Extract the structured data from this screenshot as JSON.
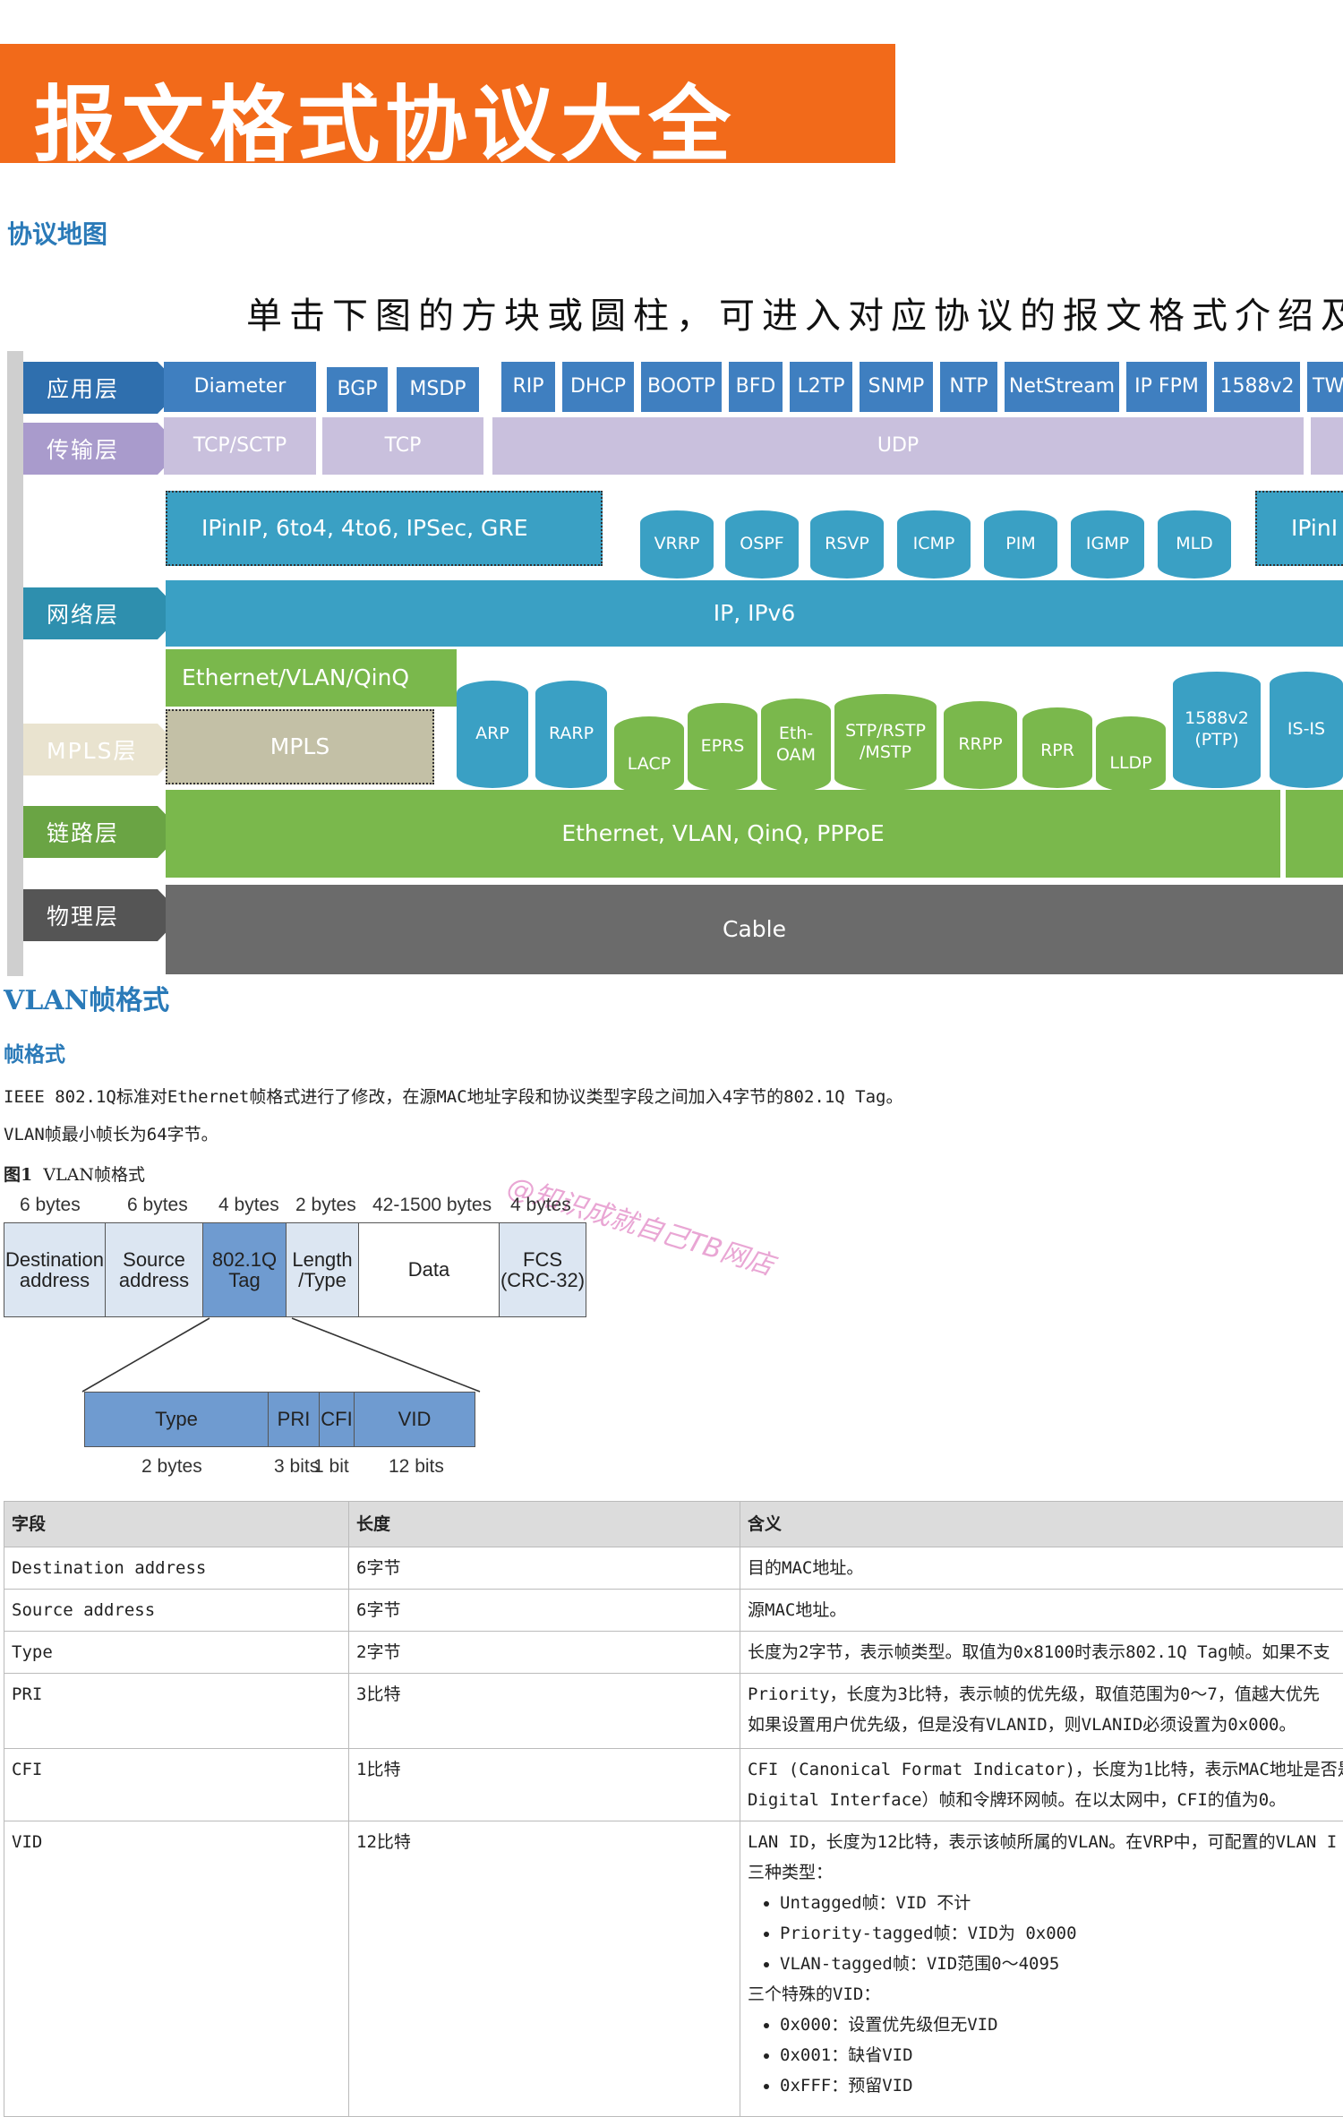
{
  "page": {
    "banner_title": "报文格式协议大全",
    "section_map_title": "协议地图",
    "map_instruction": "单击下图的方块或圆柱，可进入对应协议的报文格式介绍及报",
    "section_vlan_title": "VLAN帧格式",
    "subsection_title": "帧格式",
    "para1": "IEEE 802.1Q标准对Ethernet帧格式进行了修改，在源MAC地址字段和协议类型字段之间加入4字节的802.1Q Tag。",
    "para2": "VLAN帧最小帧长为64字节。",
    "figure_caption_bold": "图1",
    "figure_caption_text": "VLAN帧格式",
    "watermark": "@知识成就自己TB网店"
  },
  "protocol_map": {
    "layers": [
      {
        "label": "应用层",
        "color": "#2f6fae"
      },
      {
        "label": "传输层",
        "color": "#a99bcc"
      },
      {
        "label": "网络层",
        "color": "#2e8fae"
      },
      {
        "label": "MPLS层",
        "color": "#e9e3cf"
      },
      {
        "label": "链路层",
        "color": "#6aa444"
      },
      {
        "label": "物理层",
        "color": "#555555"
      }
    ],
    "application": [
      "Diameter",
      "BGP",
      "MSDP",
      "RIP",
      "DHCP",
      "BOOTP",
      "BFD",
      "L2TP",
      "SNMP",
      "NTP",
      "NetStream",
      "IP FPM",
      "1588v2",
      "TW"
    ],
    "transport": [
      "TCP/SCTP",
      "TCP",
      "UDP"
    ],
    "tunnel": [
      "IPinIP, 6to4, 4to6, IPSec, GRE",
      "IPinI"
    ],
    "network_cylinders": [
      "VRRP",
      "OSPF",
      "RSVP",
      "ICMP",
      "PIM",
      "IGMP",
      "MLD"
    ],
    "network_bar": "IP,  IPv6",
    "ethernet_vlan_box": "Ethernet/VLAN/QinQ",
    "mpls_box": "MPLS",
    "link_cylinders": [
      "ARP",
      "RARP",
      "LACP",
      "EPRS",
      "Eth-\nOAM",
      "STP/RSTP\n/MSTP",
      "RRPP",
      "RPR",
      "LLDP",
      "1588v2\n(PTP)",
      "IS-IS"
    ],
    "link_bar": "Ethernet,  VLAN,  QinQ,  PPPoE",
    "physical_bar": "Cable",
    "colors": {
      "app": "#3f7fc0",
      "transport": "#c9c0dd",
      "network": "#3aa0c4",
      "link": "#7ab84c",
      "physical": "#6b6b6b"
    }
  },
  "vlan_frame": {
    "sizes": [
      "6 bytes",
      "6 bytes",
      "4 bytes",
      "2 bytes",
      "42-1500 bytes",
      "4 bytes"
    ],
    "fields": [
      "Destination\naddress",
      "Source\naddress",
      "802.1Q\nTag",
      "Length\n/Type",
      "Data",
      "FCS\n(CRC-32)"
    ],
    "tag_fields": [
      "Type",
      "PRI",
      "CFI",
      "VID"
    ],
    "tag_sizes": [
      "2 bytes",
      "3 bits",
      "1 bit",
      "12 bits"
    ]
  },
  "field_table": {
    "headers": [
      "字段",
      "长度",
      "含义"
    ],
    "rows": [
      {
        "field": "Destination address",
        "length": "6字节",
        "meaning": [
          "目的MAC地址。"
        ]
      },
      {
        "field": "Source address",
        "length": "6字节",
        "meaning": [
          "源MAC地址。"
        ]
      },
      {
        "field": "Type",
        "length": "2字节",
        "meaning": [
          "长度为2字节，表示帧类型。取值为0x8100时表示802.1Q Tag帧。如果不支"
        ]
      },
      {
        "field": "PRI",
        "length": "3比特",
        "meaning": [
          "Priority，长度为3比特，表示帧的优先级，取值范围为0～7，值越大优先",
          "如果设置用户优先级，但是没有VLANID，则VLANID必须设置为0x000。"
        ]
      },
      {
        "field": "CFI",
        "length": "1比特",
        "meaning": [
          "CFI (Canonical Format Indicator)，长度为1比特，表示MAC地址是否是",
          "Digital Interface）帧和令牌环网帧。在以太网中，CFI的值为0。"
        ]
      },
      {
        "field": "VID",
        "length": "12比特",
        "meaning": [
          "LAN ID，长度为12比特，表示该帧所属的VLAN。在VRP中，可配置的VLAN I",
          "三种类型："
        ]
      }
    ],
    "vid_types": [
      "Untagged帧：VID 不计",
      "Priority-tagged帧：VID为 0x000",
      "VLAN-tagged帧：VID范围0～4095"
    ],
    "vid_special_title": "三个特殊的VID：",
    "vid_special": [
      "0x000：设置优先级但无VID",
      "0x001：缺省VID",
      "0xFFF：预留VID"
    ]
  }
}
